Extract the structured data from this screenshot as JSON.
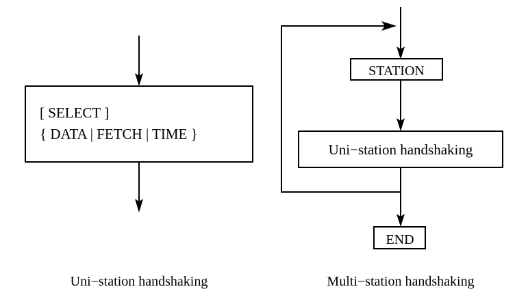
{
  "figure": {
    "background_color": "#ffffff",
    "stroke_color": "#000000",
    "panels": [
      {
        "id": "uni-station",
        "caption": "Uni−station handshaking",
        "nodes": [
          {
            "id": "select-node",
            "line1": "[ SELECT ]",
            "line2": "{ DATA | FETCH | TIME }"
          }
        ]
      },
      {
        "id": "multi-station",
        "caption": "Multi−station handshaking",
        "nodes": [
          {
            "id": "station-node",
            "label": "STATION"
          },
          {
            "id": "uni-station-node",
            "label": "Uni−station handshaking"
          },
          {
            "id": "end-node",
            "label": "END"
          }
        ]
      }
    ]
  }
}
